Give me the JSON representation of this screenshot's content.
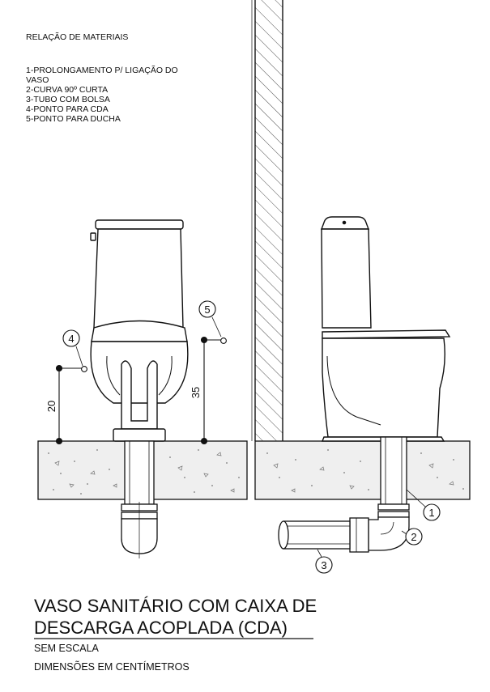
{
  "materials": {
    "heading": "RELAÇÃO DE MATERIAIS",
    "items": [
      "1-PROLONGAMENTO P/ LIGAÇÃO DO",
      "VASO",
      "2-CURVA 90º CURTA",
      "3-TUBO COM BOLSA",
      "4-PONTO PARA CDA",
      "5-PONTO PARA DUCHA"
    ]
  },
  "callouts": [
    "1",
    "2",
    "3",
    "4",
    "5"
  ],
  "dimensions": {
    "cda_height": "20",
    "shower_height": "35"
  },
  "title": {
    "line1": "VASO SANITÁRIO COM CAIXA  DE",
    "line2": "DESCARGA ACOPLADA (CDA)",
    "scale": "SEM ESCALA",
    "units": "DIMENSÕES EM CENTÍMETROS"
  },
  "colors": {
    "line": "#111111",
    "concrete": "#efefef"
  }
}
